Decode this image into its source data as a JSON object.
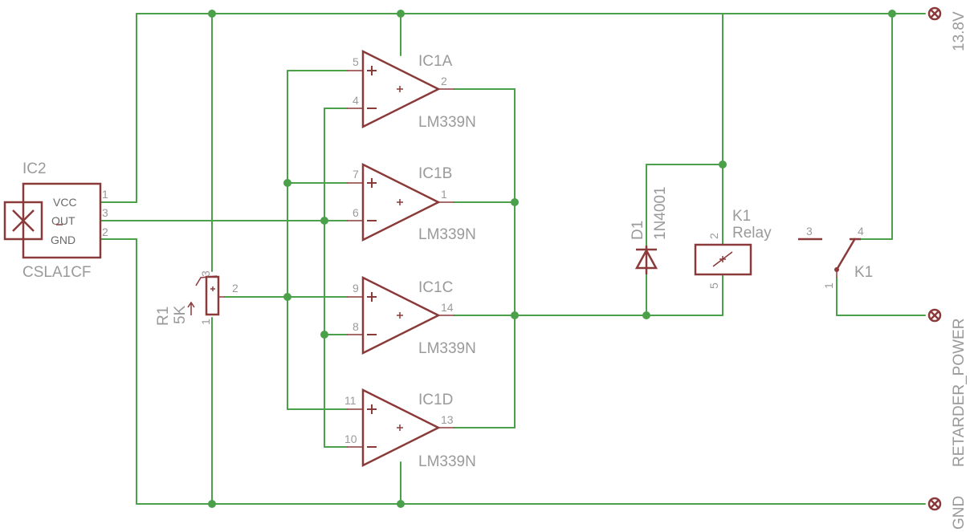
{
  "supply": {
    "label": "13.8V"
  },
  "ground": {
    "label": "GND"
  },
  "output": {
    "label": "RETARDER_POWER"
  },
  "ic2": {
    "name": "IC2",
    "value": "CSLA1CF",
    "pins": {
      "vcc": "VCC",
      "out": "OUT",
      "gnd": "GND",
      "vcc_num": "1",
      "out_num": "3",
      "gnd_num": "2"
    }
  },
  "r1": {
    "name": "R1",
    "value": "5K",
    "pin1": "1",
    "pin2": "2",
    "pin3": "3"
  },
  "comparators": [
    {
      "name": "IC1A",
      "value": "LM339N",
      "plus": "5",
      "minus": "4",
      "out": "2"
    },
    {
      "name": "IC1B",
      "value": "LM339N",
      "plus": "7",
      "minus": "6",
      "out": "1"
    },
    {
      "name": "IC1C",
      "value": "LM339N",
      "plus": "9",
      "minus": "8",
      "out": "14"
    },
    {
      "name": "IC1D",
      "value": "LM339N",
      "plus": "11",
      "minus": "10",
      "out": "13"
    }
  ],
  "d1": {
    "name": "D1",
    "value": "1N4001"
  },
  "k1_coil": {
    "name": "K1",
    "value": "Relay",
    "pin_top": "2",
    "pin_bottom": "5"
  },
  "k1_switch": {
    "name": "K1",
    "pin3": "3",
    "pin4": "4",
    "pin1": "1"
  },
  "colors": {
    "wire": "#4aa14a",
    "symbol": "#8b3a3a",
    "label": "#9a9a9a"
  }
}
